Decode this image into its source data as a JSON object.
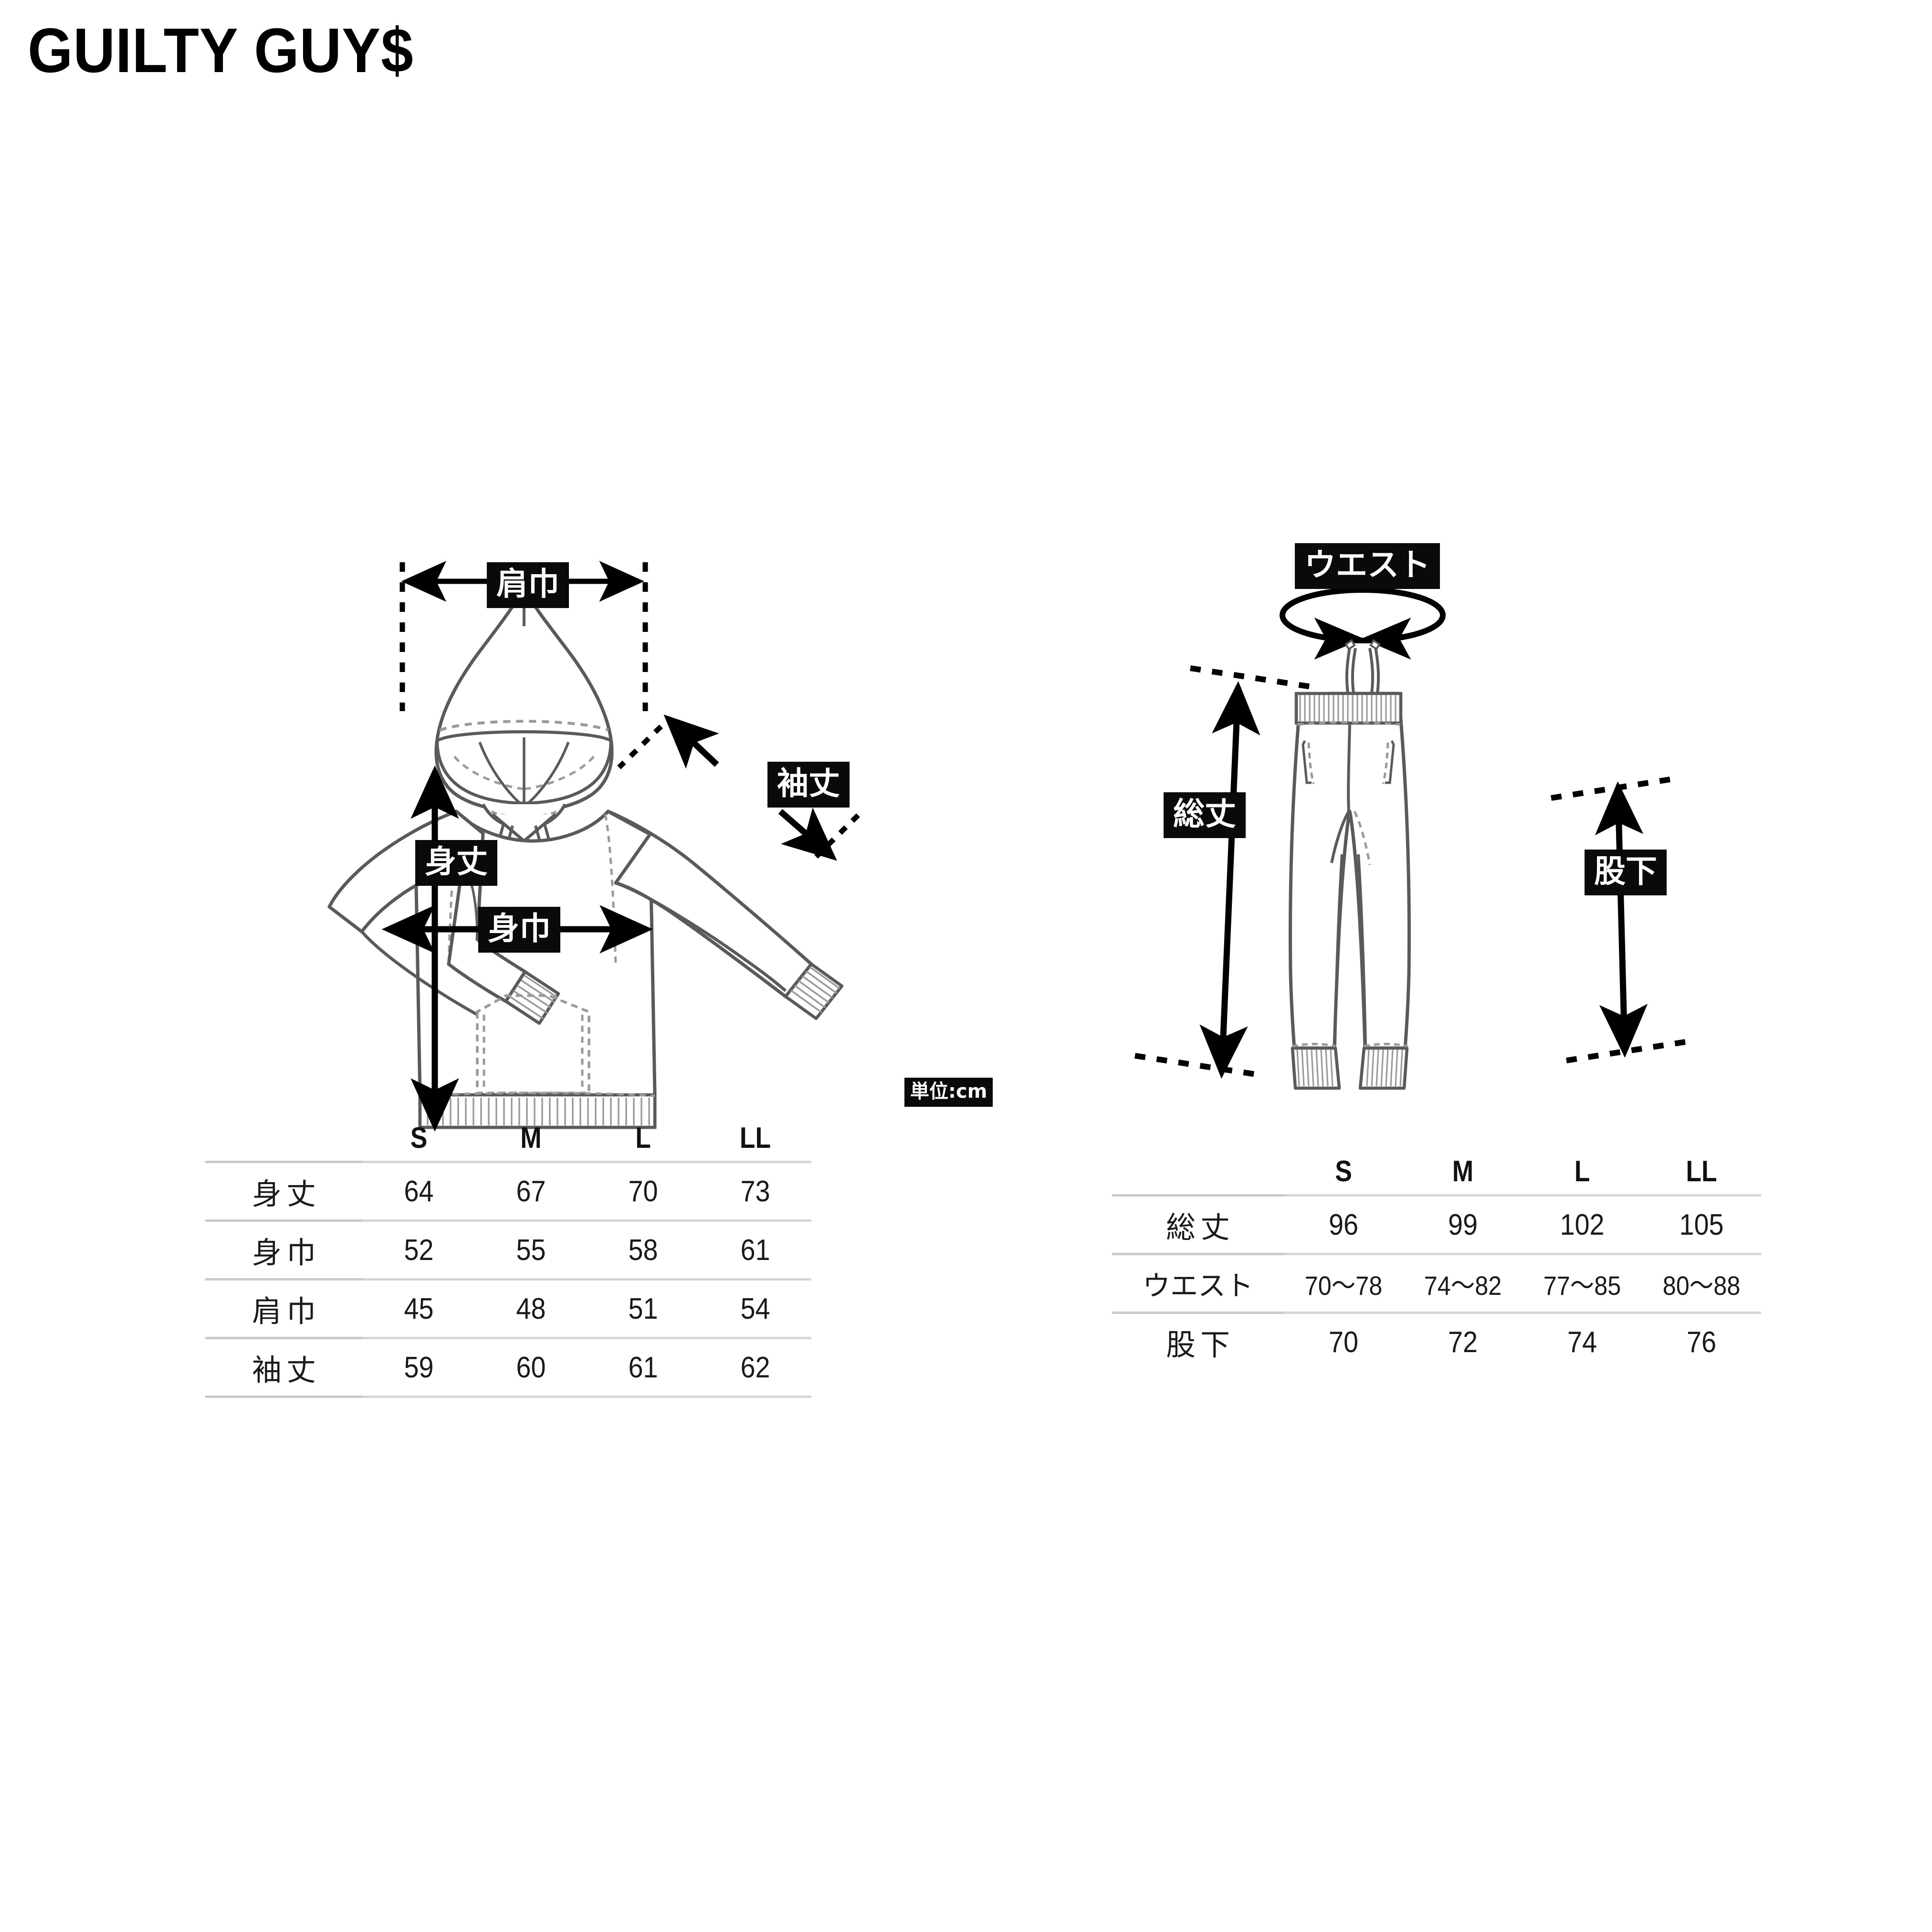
{
  "brand": {
    "title": "GUILTY GUY$"
  },
  "unit_badge": {
    "label": "単位:cm"
  },
  "hoodie_diagram": {
    "name": "pullover-hoodie-technical-drawing",
    "labels": {
      "shoulder_width": "肩巾",
      "body_length": "身丈",
      "body_width": "身巾",
      "sleeve_length": "袖丈"
    }
  },
  "pants_diagram": {
    "name": "jogger-pants-technical-drawing",
    "labels": {
      "waist": "ウエスト",
      "total_length": "総丈",
      "inseam": "股下"
    }
  },
  "tops_table": {
    "corner": "",
    "sizes": [
      "S",
      "M",
      "L",
      "LL"
    ],
    "rows": [
      {
        "label": "身丈",
        "values": [
          "64",
          "67",
          "70",
          "73"
        ]
      },
      {
        "label": "身巾",
        "values": [
          "52",
          "55",
          "58",
          "61"
        ]
      },
      {
        "label": "肩巾",
        "values": [
          "45",
          "48",
          "51",
          "54"
        ]
      },
      {
        "label": "袖丈",
        "values": [
          "59",
          "60",
          "61",
          "62"
        ]
      }
    ]
  },
  "bottoms_table": {
    "corner": "",
    "sizes": [
      "S",
      "M",
      "L",
      "LL"
    ],
    "rows": [
      {
        "label": "総丈",
        "values": [
          "96",
          "99",
          "102",
          "105"
        ]
      },
      {
        "label": "ウエスト",
        "values": [
          "70〜78",
          "74〜82",
          "77〜85",
          "80〜88"
        ]
      },
      {
        "label": "股下",
        "values": [
          "70",
          "72",
          "74",
          "76"
        ]
      }
    ]
  },
  "colors": {
    "ink": "#111111",
    "chip_bg": "#0a0a0a",
    "chip_text": "#ffffff",
    "garment_line": "#5a5a5a",
    "stitch_line": "#9a9a9a",
    "rule": "#d0d0d0",
    "page_bg": "#ffffff"
  },
  "chart_data": {
    "type": "table",
    "title": "GUILTY GUY$ サイズ表 (単位:cm)",
    "tables": [
      {
        "name": "tops",
        "garment": "pullover hoodie",
        "categories": [
          "S",
          "M",
          "L",
          "LL"
        ],
        "series": [
          {
            "name": "身丈",
            "values": [
              64,
              67,
              70,
              73
            ]
          },
          {
            "name": "身巾",
            "values": [
              52,
              55,
              58,
              61
            ]
          },
          {
            "name": "肩巾",
            "values": [
              45,
              48,
              51,
              54
            ]
          },
          {
            "name": "袖丈",
            "values": [
              59,
              60,
              61,
              62
            ]
          }
        ]
      },
      {
        "name": "bottoms",
        "garment": "jogger pants",
        "categories": [
          "S",
          "M",
          "L",
          "LL"
        ],
        "series": [
          {
            "name": "総丈",
            "values": [
              96,
              99,
              102,
              105
            ]
          },
          {
            "name": "ウエスト",
            "values": [
              "70〜78",
              "74〜82",
              "77〜85",
              "80〜88"
            ]
          },
          {
            "name": "股下",
            "values": [
              70,
              72,
              74,
              76
            ]
          }
        ]
      }
    ],
    "unit": "cm"
  }
}
